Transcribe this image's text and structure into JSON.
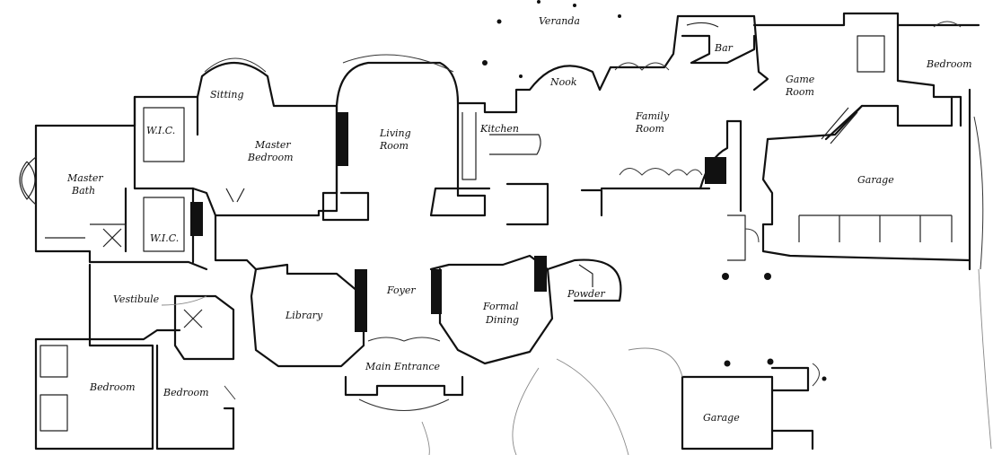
{
  "rooms": {
    "veranda": "Veranda",
    "bar": "Bar",
    "bedroom_ne": "Bedroom",
    "sitting": "Sitting",
    "nook": "Nook",
    "game_room_1": "Game",
    "game_room_2": "Room",
    "wic_top": "W.I.C.",
    "living_1": "Living",
    "living_2": "Room",
    "family_1": "Family",
    "family_2": "Room",
    "kitchen": "Kitchen",
    "master_bedroom_1": "Master",
    "master_bedroom_2": "Bedroom",
    "master_bath_1": "Master",
    "master_bath_2": "Bath",
    "garage_main": "Garage",
    "wic_bottom": "W.I.C.",
    "vestibule": "Vestibule",
    "foyer": "Foyer",
    "powder": "Powder",
    "formal_dining_1": "Formal",
    "formal_dining_2": "Dining",
    "library": "Library",
    "main_entrance": "Main Entrance",
    "bedroom_sw": "Bedroom",
    "bedroom_s": "Bedroom",
    "garage_small": "Garage"
  },
  "colors": {
    "line": "#111111",
    "background": "#ffffff"
  }
}
